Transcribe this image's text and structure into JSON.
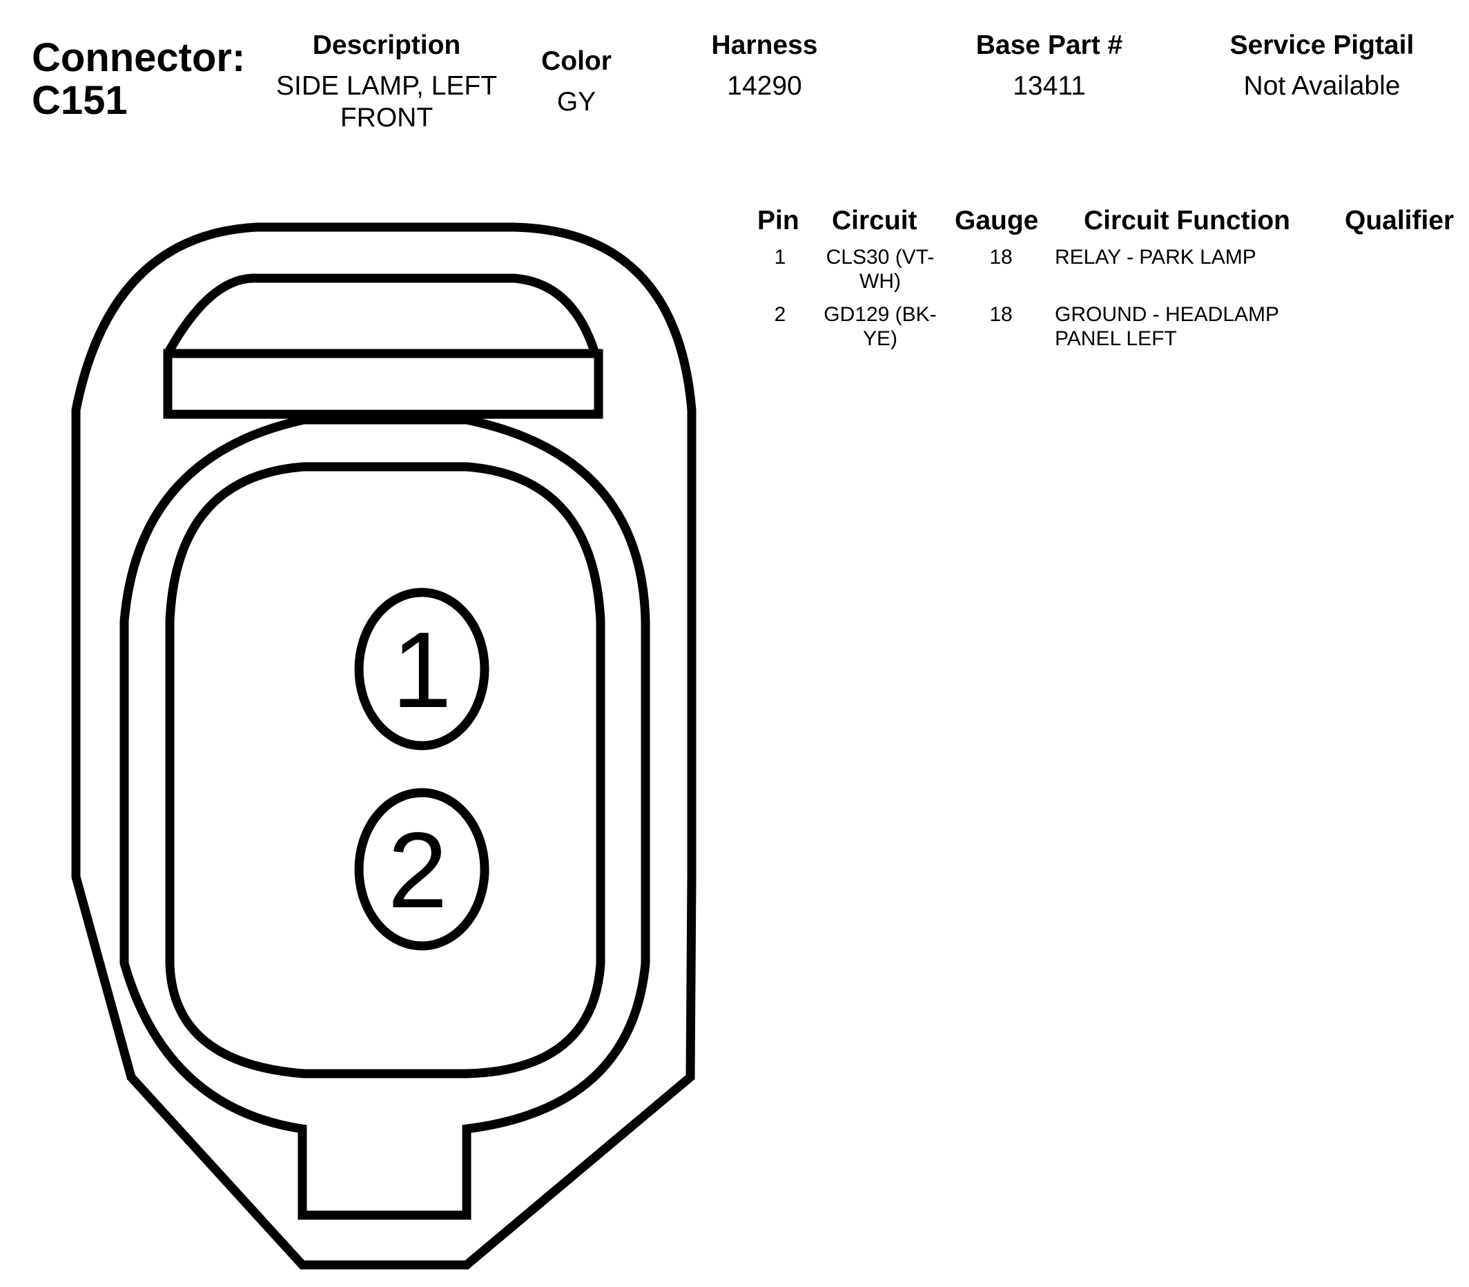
{
  "connector": {
    "label": "Connector:",
    "id": "C151"
  },
  "header": {
    "description": {
      "label": "Description",
      "value_line1": "SIDE LAMP, LEFT",
      "value_line2": "FRONT"
    },
    "color": {
      "label": "Color",
      "value": "GY"
    },
    "harness": {
      "label": "Harness",
      "value": "14290"
    },
    "base_part": {
      "label": "Base Part #",
      "value": "13411"
    },
    "service_pigtail": {
      "label": "Service Pigtail",
      "value": "Not Available"
    }
  },
  "pin_table": {
    "columns": {
      "pin": "Pin",
      "circuit": "Circuit",
      "gauge": "Gauge",
      "function": "Circuit Function",
      "qualifier": "Qualifier"
    },
    "rows": [
      {
        "pin": "1",
        "circuit_line1": "CLS30 (VT-",
        "circuit_line2": "WH)",
        "gauge": "18",
        "function_line1": "RELAY - PARK LAMP",
        "function_line2": "",
        "qualifier": ""
      },
      {
        "pin": "2",
        "circuit_line1": "GD129 (BK-",
        "circuit_line2": "YE)",
        "gauge": "18",
        "function_line1": "GROUND - HEADLAMP",
        "function_line2": "PANEL LEFT",
        "qualifier": ""
      }
    ]
  },
  "diagram": {
    "pins": [
      {
        "label": "1"
      },
      {
        "label": "2"
      }
    ],
    "stroke_color": "#000000",
    "background_color": "#ffffff"
  }
}
